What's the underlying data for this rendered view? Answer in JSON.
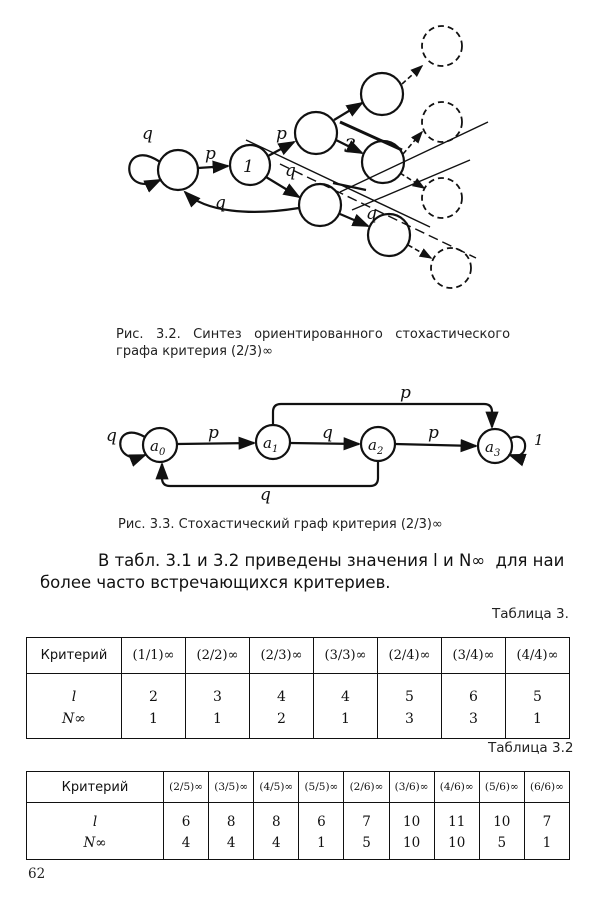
{
  "figure_1": {
    "caption_line1": "Рис.   3.2.   Синтез   ориентированного   стохастического",
    "caption_line2": "графа критерия (2/3)∞",
    "labels": {
      "q_loop": "q",
      "p1": "p",
      "state1": "1",
      "q2": "q",
      "p2": "p",
      "state3": "3",
      "q_back": "q",
      "q3": "q"
    }
  },
  "figure_2": {
    "caption": "Рис. 3.3. Стохастический граф критерия (2/3)∞",
    "states": [
      "a0",
      "a1",
      "a2",
      "a3"
    ],
    "labels": {
      "q_loop": "q",
      "p01": "p",
      "q12": "q",
      "p23": "p",
      "p13": "p",
      "loop3": "1",
      "q_back": "q"
    }
  },
  "paragraph": {
    "line1": "В табл. 3.1 и 3.2 приведены значения l и N∞  для наи",
    "line2": "более часто встречающихся критериев."
  },
  "table_1": {
    "caption": "Таблица 3.",
    "header": [
      "Критерий",
      "(1/1)∞",
      "(2/2)∞",
      "(2/3)∞",
      "(3/3)∞",
      "(2/4)∞",
      "(3/4)∞",
      "(4/4)∞"
    ],
    "rows": [
      [
        "l",
        "2",
        "3",
        "4",
        "4",
        "5",
        "6",
        "5"
      ],
      [
        "N∞",
        "1",
        "1",
        "2",
        "1",
        "3",
        "3",
        "1"
      ]
    ]
  },
  "table_2": {
    "caption": "Таблица 3.2",
    "header": [
      "Критерий",
      "(2/5)∞",
      "(3/5)∞",
      "(4/5)∞",
      "(5/5)∞",
      "(2/6)∞",
      "(3/6)∞",
      "(4/6)∞",
      "(5/6)∞",
      "(6/6)∞"
    ],
    "rows": [
      [
        "l",
        "6",
        "8",
        "8",
        "6",
        "7",
        "10",
        "11",
        "10",
        "7"
      ],
      [
        "N∞",
        "4",
        "4",
        "4",
        "1",
        "5",
        "10",
        "10",
        "5",
        "1"
      ]
    ]
  },
  "page_number": "62"
}
